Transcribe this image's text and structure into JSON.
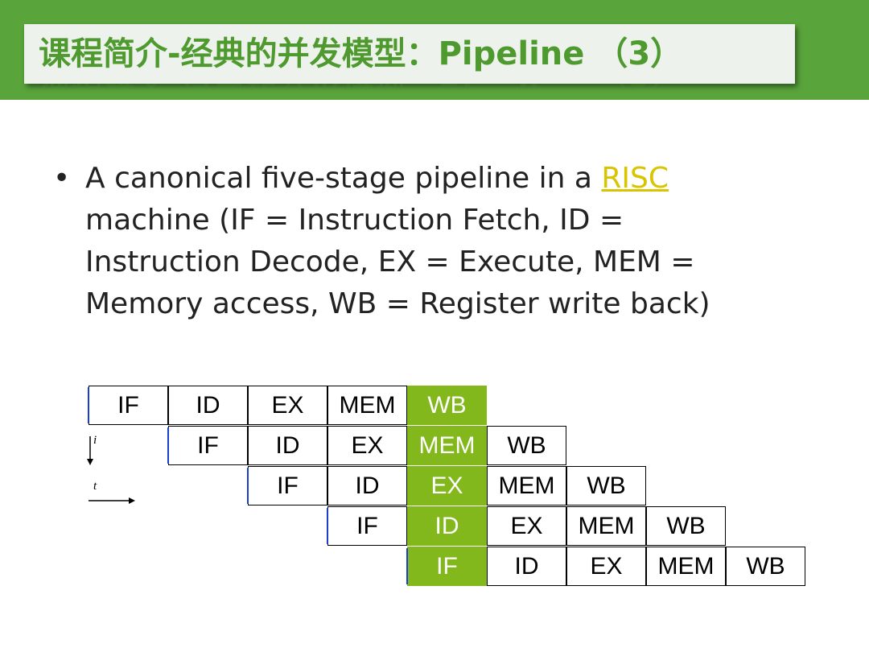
{
  "slide": {
    "title": "课程简介-经典的并发模型：Pipeline （3）",
    "bullet_symbol": "•",
    "bullet_text_before_link": "A canonical five-stage pipeline in a ",
    "bullet_link": "RISC",
    "bullet_text_after_link": " machine (IF = Instruction Fetch, ID = Instruction Decode, EX = Execute, MEM = Memory access, WB = Register write back)"
  },
  "diagram": {
    "axis_i": "i",
    "axis_t": "t",
    "rows": [
      [
        "IF",
        "ID",
        "EX",
        "MEM",
        "WB"
      ],
      [
        "IF",
        "ID",
        "EX",
        "MEM",
        "WB"
      ],
      [
        "IF",
        "ID",
        "EX",
        "MEM",
        "WB"
      ],
      [
        "IF",
        "ID",
        "EX",
        "MEM",
        "WB"
      ],
      [
        "IF",
        "ID",
        "EX",
        "MEM",
        "WB"
      ]
    ],
    "highlight_column": 4,
    "highlight_color": "#82b81b",
    "marker_color": "#1a3fcf"
  }
}
